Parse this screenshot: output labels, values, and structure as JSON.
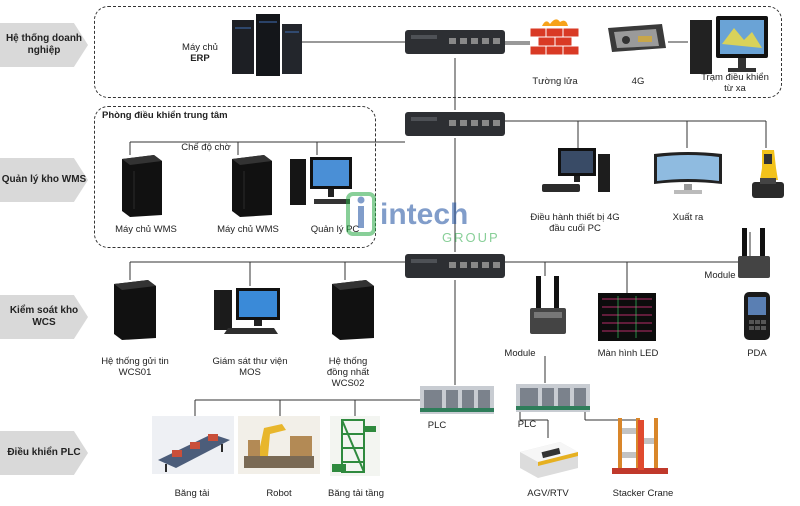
{
  "layers": [
    "Hệ thống doanh nghiệp",
    "Quản lý kho WMS",
    "Kiểm soát kho WCS",
    "Điều khiển PLC"
  ],
  "enterprise": {
    "erp_line1": "Máy chủ",
    "erp_line2": "ERP",
    "firewall": "Tường lửa",
    "g4": "4G",
    "remote_line1": "Trạm điều khiển",
    "remote_line2": "từ xa"
  },
  "wms": {
    "room_title": "Phòng điều khiển trung tâm",
    "standby": "Chế độ chờ",
    "server1": "Máy chủ WMS",
    "server2": "Máy chủ WMS",
    "pc": "Quản lý PC",
    "terminal_line1": "Điều hành thiết bị 4G",
    "terminal_line2": "đầu cuối PC",
    "output": "Xuất ra"
  },
  "watermark": {
    "text1": "intech",
    "text2": "GROUP"
  },
  "wcs": {
    "msg_line1": "Hệ thống gửi tin",
    "msg_line2": "WCS01",
    "mos_line1": "Giám sát thư viện",
    "mos_line2": "MOS",
    "sync_line1": "Hệ thống",
    "sync_line2": "đồng nhất",
    "sync_line3": "WCS02",
    "module_left": "Module",
    "led": "Màn hình LED",
    "module_right": "Module",
    "pda": "PDA"
  },
  "plc": {
    "plc1": "PLC",
    "plc2": "PLC",
    "conveyor": "Băng tải",
    "robot": "Robot",
    "floor_conveyor": "Băng tải tầng",
    "agv": "AGV/RTV",
    "stacker": "Stacker Crane"
  },
  "colors": {
    "layer_bg": "#d9d9d9",
    "watermark_green": "#27a844",
    "watermark_blue": "#1c4ea0"
  }
}
